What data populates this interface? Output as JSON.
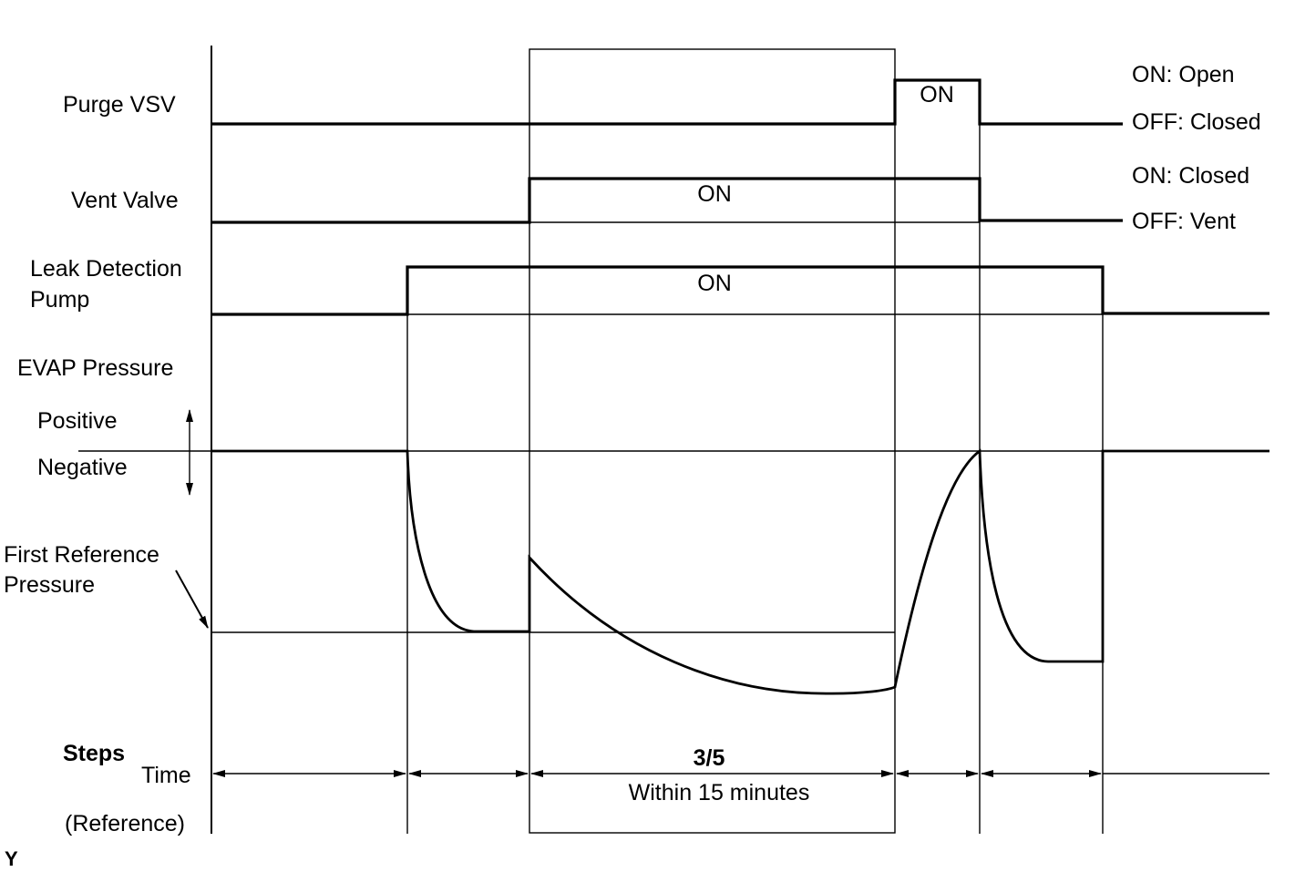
{
  "signals": {
    "purge_vsv": {
      "label": "Purge VSV",
      "on_text": "ON",
      "state_on": "ON: Open",
      "state_off": "OFF: Closed"
    },
    "vent_valve": {
      "label": "Vent Valve",
      "on_text": "ON",
      "state_on": "ON: Closed",
      "state_off": "OFF: Vent"
    },
    "leak_detection_pump": {
      "label_line1": "Leak Detection",
      "label_line2": "Pump",
      "on_text": "ON"
    },
    "evap_pressure": {
      "label": "EVAP Pressure",
      "positive": "Positive",
      "negative": "Negative",
      "first_reference_line1": "First Reference",
      "first_reference_line2": "Pressure"
    }
  },
  "steps": {
    "label": "Steps",
    "time": "Time",
    "reference": "(Reference)",
    "highlighted_step": "3/5",
    "highlighted_duration": "Within 15 minutes"
  },
  "corner_code": "Y"
}
